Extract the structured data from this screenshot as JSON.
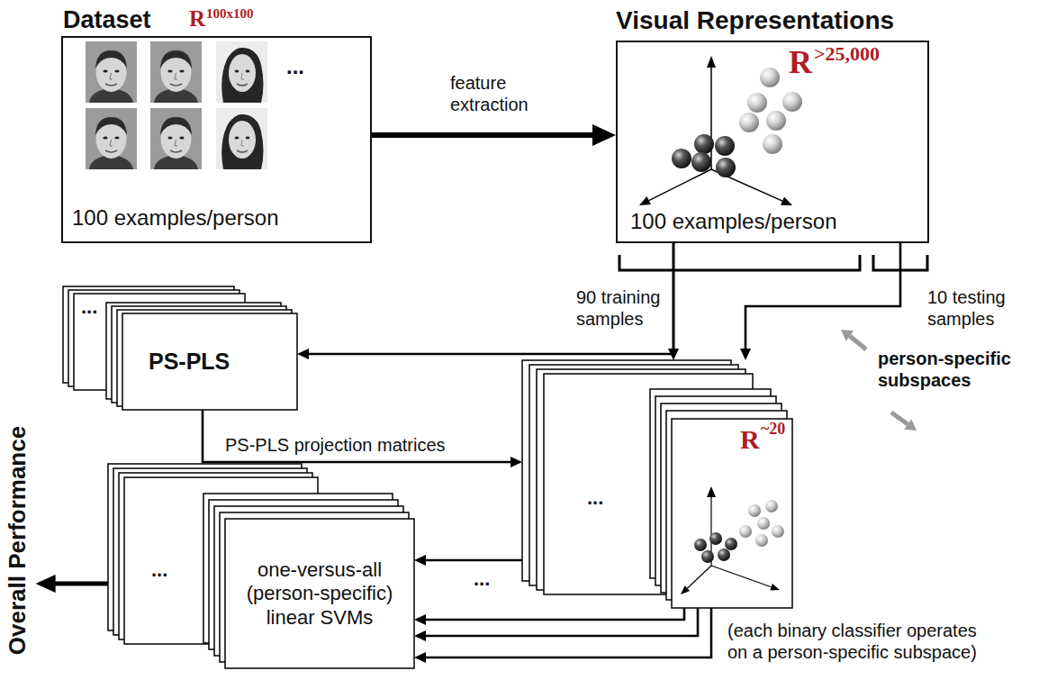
{
  "diagram": {
    "nodes": [
      {
        "text": [
          "Dataset",
          "R",
          "100x100",
          "...",
          "100 examples/person"
        ]
      },
      {
        "text": [
          "Visual Representations",
          "R",
          ">25,000",
          "100 examples/person"
        ]
      },
      {
        "text": [
          "...",
          "PS-PLS"
        ]
      },
      {
        "text": [
          "...",
          "R",
          "~20"
        ]
      },
      {
        "text": [
          "...",
          "one-versus-all (person-specific) linear SVMs"
        ]
      },
      {
        "text": [
          "Overall Performance"
        ]
      }
    ],
    "edges": [
      {
        "from": 0,
        "to": 1,
        "label": "feature extraction",
        "arrow": "to"
      },
      {
        "from": 1,
        "to": 3,
        "label": "90 training samples",
        "arrow": "to"
      },
      {
        "from": 1,
        "to": 3,
        "label": "10 testing samples",
        "arrow": "to"
      },
      {
        "from": 1,
        "to": 2,
        "arrow": "to"
      },
      {
        "from": 2,
        "to": 3,
        "label": "PS-PLS projection matrices",
        "arrow": "to"
      },
      {
        "from": 3,
        "to": 4,
        "arrow": "to"
      },
      {
        "from": 3,
        "to": 4,
        "arrow": "to"
      },
      {
        "from": 3,
        "to": 4,
        "arrow": "to"
      },
      {
        "from": 3,
        "to": 4,
        "arrow": "to"
      },
      {
        "from": 4,
        "to": 5,
        "arrow": "to"
      }
    ],
    "labels": [
      "person-specific subspaces",
      "...",
      "(each binary classifier operates on a person-specific subspace)"
    ]
  }
}
